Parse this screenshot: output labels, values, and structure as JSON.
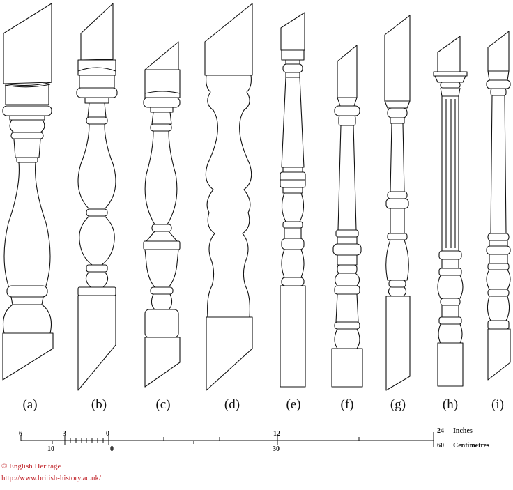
{
  "balusters": [
    {
      "label": "(a)"
    },
    {
      "label": "(b)"
    },
    {
      "label": "(c)"
    },
    {
      "label": "(d)"
    },
    {
      "label": "(e)"
    },
    {
      "label": "(f)"
    },
    {
      "label": "(g)"
    },
    {
      "label": "(h)"
    },
    {
      "label": "(i)"
    }
  ],
  "scale": {
    "inches_unit": "Inches",
    "centimetres_unit": "Centimetres",
    "inch_ticks": [
      "6",
      "3",
      "0",
      "12",
      "24"
    ],
    "cm_ticks": [
      "10",
      "0",
      "30",
      "60"
    ]
  },
  "credit": {
    "line1": "© English Heritage",
    "line2": "http://www.british-history.ac.uk/"
  },
  "colors": {
    "ink": "#111111",
    "credit": "#c0242a"
  }
}
